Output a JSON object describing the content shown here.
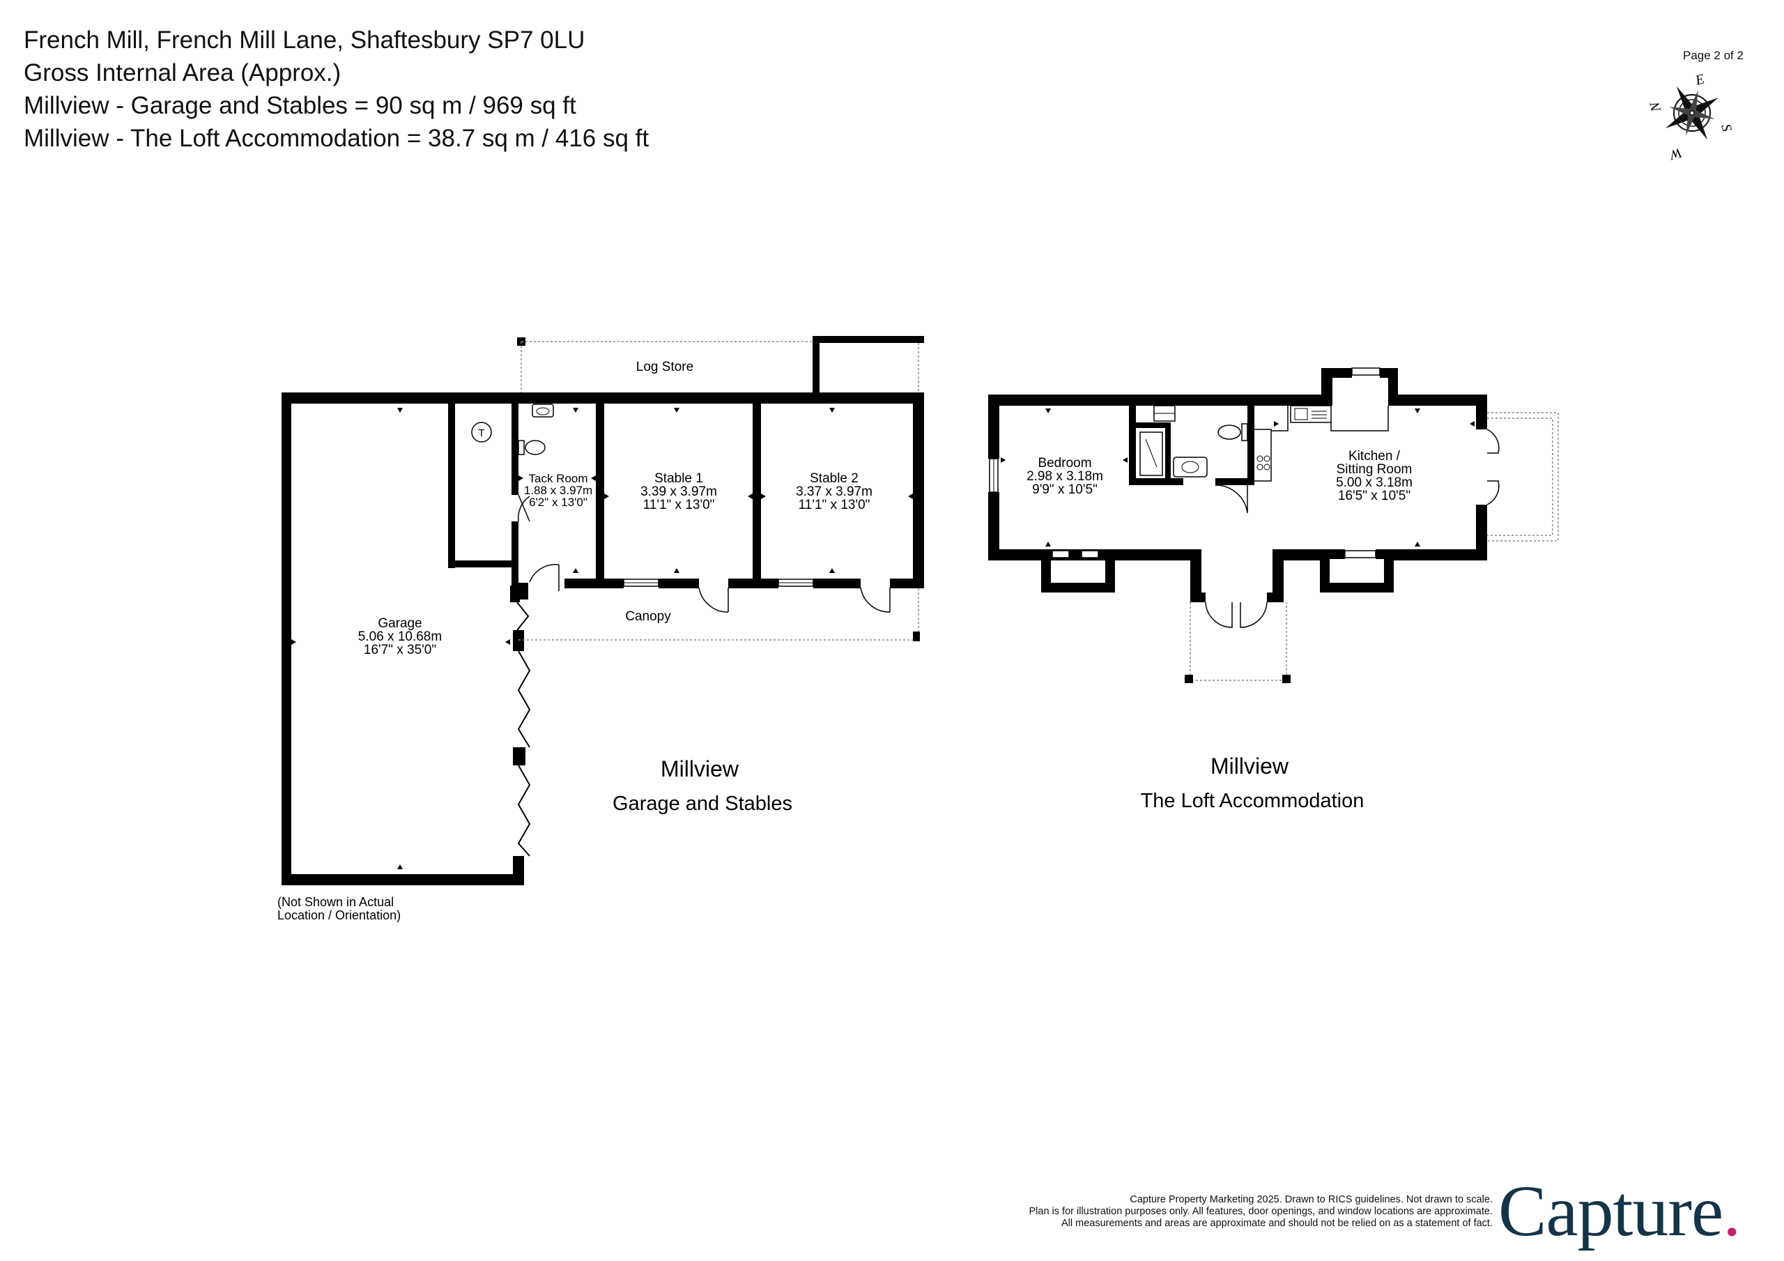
{
  "header": {
    "address": "French Mill, French Mill Lane, Shaftesbury SP7 0LU",
    "gia": "Gross Internal Area (Approx.)",
    "line_garage": "Millview - Garage and Stables = 90 sq m / 969 sq ft",
    "line_loft": "Millview - The Loft Accommodation = 38.7 sq m / 416 sq ft"
  },
  "page_number": "Page 2 of 2",
  "compass": {
    "n": "N",
    "e": "E",
    "s": "S",
    "w": "W"
  },
  "plan_garage": {
    "title": "Millview",
    "subtitle": "Garage and Stables",
    "note_line1": "(Not Shown in Actual",
    "note_line2": "Location / Orientation)",
    "rooms": {
      "garage": {
        "name": "Garage",
        "metric": "5.06 x 10.68m",
        "imperial": "16'7\" x 35'0\""
      },
      "tack_room": {
        "name": "Tack Room",
        "metric": "1.88 x 3.97m",
        "imperial": "6'2\" x 13'0\""
      },
      "stable_1": {
        "name": "Stable 1",
        "metric": "3.39 x 3.97m",
        "imperial": "11'1\" x 13'0\""
      },
      "stable_2": {
        "name": "Stable 2",
        "metric": "3.37 x 3.97m",
        "imperial": "11'1\" x 13'0\""
      },
      "log_store": {
        "name": "Log Store"
      },
      "canopy": {
        "name": "Canopy"
      },
      "tank_symbol": "T"
    }
  },
  "plan_loft": {
    "title": "Millview",
    "subtitle": "The Loft Accommodation",
    "rooms": {
      "bedroom": {
        "name": "Bedroom",
        "metric": "2.98 x 3.18m",
        "imperial": "9'9\" x 10'5\""
      },
      "kitchen": {
        "name_line1": "Kitchen /",
        "name_line2": "Sitting Room",
        "metric": "5.00 x 3.18m",
        "imperial": "16'5\" x 10'5\""
      }
    }
  },
  "footer": {
    "line1": "Capture Property Marketing 2025. Drawn to RICS guidelines.  Not drawn to scale.",
    "line2": "Plan is for illustration purposes only. All features, door openings, and window locations are approximate.",
    "line3": "All measurements and areas are approximate and should not be relied on as a statement of fact."
  },
  "logo": {
    "text": "Capture",
    "dot": ".",
    "color": "#143448",
    "dot_color": "#c4226f"
  },
  "colors": {
    "wall": "#000000",
    "dashed": "#888888"
  }
}
